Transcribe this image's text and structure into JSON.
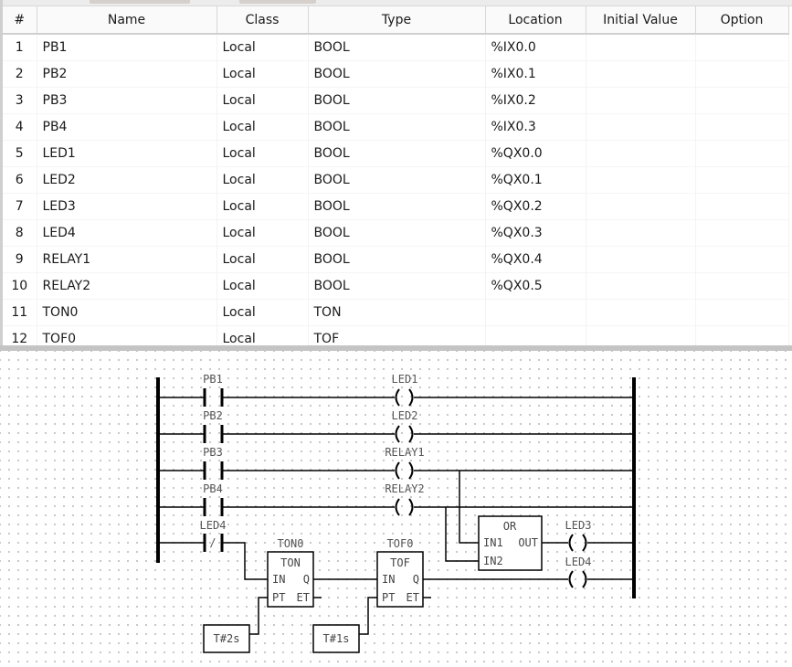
{
  "table": {
    "columns": [
      "#",
      "Name",
      "Class",
      "Type",
      "Location",
      "Initial Value",
      "Option"
    ],
    "rows": [
      {
        "num": "1",
        "name": "PB1",
        "class": "Local",
        "type": "BOOL",
        "location": "%IX0.0",
        "initial": "",
        "option": ""
      },
      {
        "num": "2",
        "name": "PB2",
        "class": "Local",
        "type": "BOOL",
        "location": "%IX0.1",
        "initial": "",
        "option": ""
      },
      {
        "num": "3",
        "name": "PB3",
        "class": "Local",
        "type": "BOOL",
        "location": "%IX0.2",
        "initial": "",
        "option": ""
      },
      {
        "num": "4",
        "name": "PB4",
        "class": "Local",
        "type": "BOOL",
        "location": "%IX0.3",
        "initial": "",
        "option": ""
      },
      {
        "num": "5",
        "name": "LED1",
        "class": "Local",
        "type": "BOOL",
        "location": "%QX0.0",
        "initial": "",
        "option": ""
      },
      {
        "num": "6",
        "name": "LED2",
        "class": "Local",
        "type": "BOOL",
        "location": "%QX0.1",
        "initial": "",
        "option": ""
      },
      {
        "num": "7",
        "name": "LED3",
        "class": "Local",
        "type": "BOOL",
        "location": "%QX0.2",
        "initial": "",
        "option": ""
      },
      {
        "num": "8",
        "name": "LED4",
        "class": "Local",
        "type": "BOOL",
        "location": "%QX0.3",
        "initial": "",
        "option": ""
      },
      {
        "num": "9",
        "name": "RELAY1",
        "class": "Local",
        "type": "BOOL",
        "location": "%QX0.4",
        "initial": "",
        "option": ""
      },
      {
        "num": "10",
        "name": "RELAY2",
        "class": "Local",
        "type": "BOOL",
        "location": "%QX0.5",
        "initial": "",
        "option": ""
      },
      {
        "num": "11",
        "name": "TON0",
        "class": "Local",
        "type": "TON",
        "location": "",
        "initial": "",
        "option": ""
      },
      {
        "num": "12",
        "name": "TOF0",
        "class": "Local",
        "type": "TOF",
        "location": "",
        "initial": "",
        "option": ""
      }
    ]
  },
  "ladder": {
    "contacts": [
      "PB1",
      "PB2",
      "PB3",
      "PB4",
      "LED4"
    ],
    "negated_contact_symbol": "/",
    "coils": [
      "LED1",
      "LED2",
      "RELAY1",
      "RELAY2",
      "LED3",
      "LED4"
    ],
    "ton": {
      "instance": "TON0",
      "type": "TON",
      "in": "IN",
      "q": "Q",
      "pt": "PT",
      "et": "ET"
    },
    "tof": {
      "instance": "TOF0",
      "type": "TOF",
      "in": "IN",
      "q": "Q",
      "pt": "PT",
      "et": "ET"
    },
    "or_block": {
      "type": "OR",
      "in1": "IN1",
      "in2": "IN2",
      "out": "OUT"
    },
    "constants": {
      "ton_pt": "T#2s",
      "tof_pt": "T#1s"
    }
  }
}
